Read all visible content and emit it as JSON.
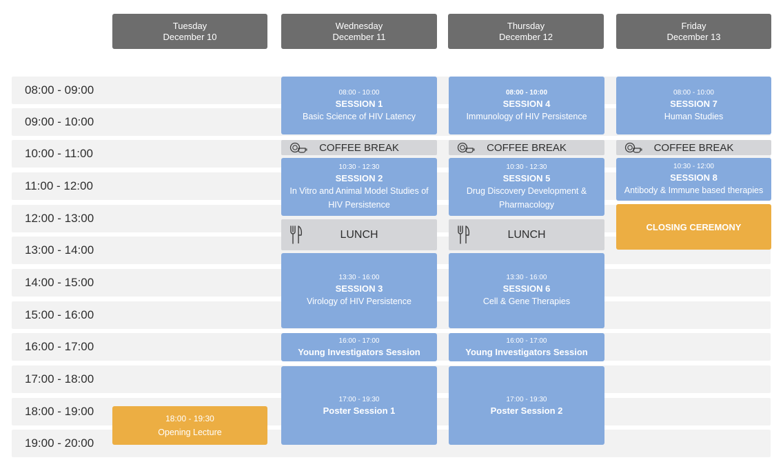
{
  "days": [
    {
      "name": "Tuesday",
      "date": "December 10"
    },
    {
      "name": "Wednesday",
      "date": "December 11"
    },
    {
      "name": "Thursday",
      "date": "December 12"
    },
    {
      "name": "Friday",
      "date": "December 13"
    }
  ],
  "time_slots": [
    "08:00 - 09:00",
    "09:00 - 10:00",
    "10:00 - 11:00",
    "11:00 - 12:00",
    "12:00 - 13:00",
    "13:00 - 14:00",
    "14:00 - 15:00",
    "15:00 - 16:00",
    "16:00 - 17:00",
    "17:00 - 18:00",
    "18:00 - 19:00",
    "19:00 - 20:00"
  ],
  "tuesday": {
    "opening": {
      "time": "18:00 - 19:30",
      "title": "Opening Lecture"
    }
  },
  "wednesday": {
    "s1": {
      "time": "08:00 - 10:00",
      "title": "SESSION 1",
      "desc": "Basic Science of HIV Latency"
    },
    "coffee": "COFFEE BREAK",
    "s2": {
      "time": "10:30 - 12:30",
      "title": "SESSION 2",
      "desc1": "In Vitro and Animal Model Studies of",
      "desc2": "HIV Persistence"
    },
    "lunch": "LUNCH",
    "s3": {
      "time": "13:30 - 16:00",
      "title": "SESSION 3",
      "desc": "Virology of HIV Persistence"
    },
    "yi": {
      "time": "16:00 - 17:00",
      "title": "Young Investigators Session"
    },
    "poster": {
      "time": "17:00 - 19:30",
      "title": "Poster Session 1"
    }
  },
  "thursday": {
    "s4": {
      "time": "08:00 - 10:00",
      "title": "SESSION 4",
      "desc": "Immunology of HIV Persistence"
    },
    "coffee": "COFFEE BREAK",
    "s5": {
      "time": "10:30 - 12:30",
      "title": "SESSION 5",
      "desc1": "Drug Discovery Development &",
      "desc2": "Pharmacology"
    },
    "lunch": "LUNCH",
    "s6": {
      "time": "13:30 - 16:00",
      "title": "SESSION 6",
      "desc": "Cell & Gene Therapies"
    },
    "yi": {
      "time": "16:00 - 17:00",
      "title": "Young Investigators Session"
    },
    "poster": {
      "time": "17:00 - 19:30",
      "title": "Poster Session 2"
    }
  },
  "friday": {
    "s7": {
      "time": "08:00 - 10:00",
      "title": "SESSION 7",
      "desc": "Human Studies"
    },
    "coffee": "COFFEE BREAK",
    "s8": {
      "time": "10:30 - 12:00",
      "title": "SESSION 8",
      "desc": "Antibody & Immune based therapies"
    },
    "closing": "CLOSING CEREMONY"
  },
  "colors": {
    "header": "#6d6d6d",
    "session": "#85aadd",
    "highlight": "#ecae43",
    "break": "#d4d5d8",
    "row": "#f2f2f2"
  }
}
